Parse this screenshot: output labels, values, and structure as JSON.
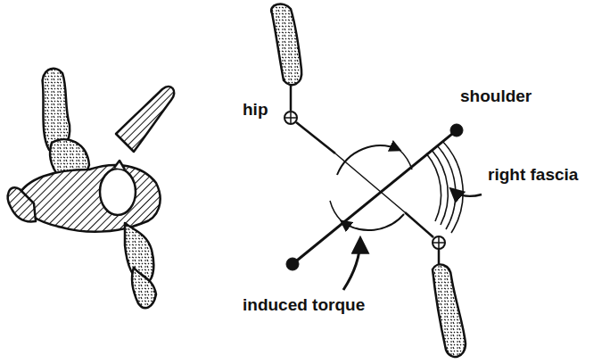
{
  "diagram": {
    "labels": [
      "hip",
      "shoulder",
      "right fascia",
      "induced torque"
    ]
  }
}
